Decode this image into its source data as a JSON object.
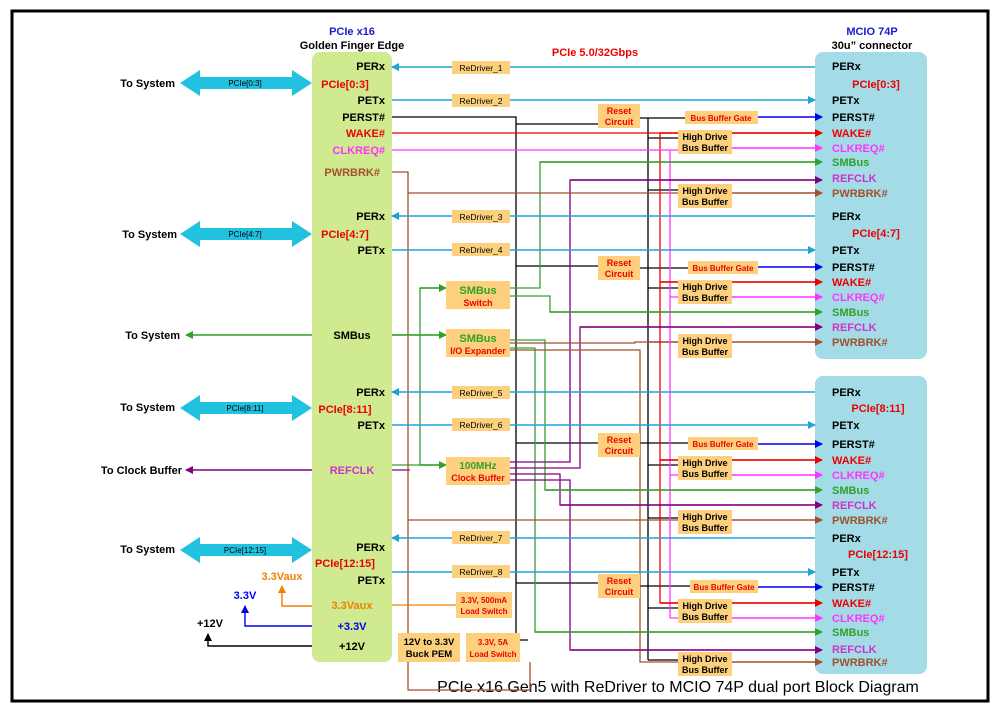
{
  "title": "PCIe x16 Gen5 with ReDriver to MCIO 74P dual port Block Diagram",
  "pcie_speed": "PCIe 5.0/32Gbps",
  "golden_finger": {
    "title": "PCIe x16",
    "subtitle": "Golden Finger Edge"
  },
  "connector": {
    "title": "MCIO 74P",
    "subtitle": "30u” connector"
  },
  "left_labels": {
    "sys1": "To System",
    "sys2": "To System",
    "sys3": "To System",
    "sys4": "To System",
    "sys5": "To System",
    "clock_buffer": "To Clock Buffer",
    "arrow_0_3": "PCIe[0:3]",
    "arrow_4_7": "PCIe[4:7]",
    "arrow_8_11": "PCIe[8:11]",
    "arrow_12_15": "PCIe[12:15]",
    "v33aux": "3.3Vaux",
    "v33": "3.3V",
    "v12": "+12V"
  },
  "gf_pins": {
    "perx_a": "PERx",
    "lanes_a": "PCIe[0:3]",
    "petx_a": "PETx",
    "perst": "PERST#",
    "wake": "WAKE#",
    "clkreq": "CLKREQ#",
    "pwrbrk": "PWRBRK#",
    "perx_b": "PERx",
    "lanes_b": "PCIe[4:7]",
    "petx_b": "PETx",
    "smbus": "SMBus",
    "perx_c": "PERx",
    "lanes_c": "PCIe[8:11]",
    "petx_c": "PETx",
    "refclk": "REFCLK",
    "perx_d": "PERx",
    "lanes_d": "PCIe[12:15]",
    "petx_d": "PETx",
    "aux": "3.3Vaux",
    "p33": "+3.3V",
    "p12": "+12V"
  },
  "redrivers": [
    "ReDriver_1",
    "ReDriver_2",
    "ReDriver_3",
    "ReDriver_4",
    "ReDriver_5",
    "ReDriver_6",
    "ReDriver_7",
    "ReDriver_8"
  ],
  "blocks": {
    "reset": [
      "Reset",
      "Circuit"
    ],
    "bus_buffer_gate": "Bus Buffer Gate",
    "high_drive": [
      "High Drive",
      "Bus Buffer"
    ],
    "smbus_switch": [
      "SMBus",
      "Switch"
    ],
    "smbus_io": [
      "SMBus",
      "I/O Expander"
    ],
    "clock": [
      "100MHz",
      "Clock Buffer"
    ],
    "aux_switch": [
      "3.3V, 500mA",
      "Load Switch"
    ],
    "buck": [
      "12V to 3.3V",
      "Buck PEM"
    ],
    "load5a": [
      "3.3V, 5A",
      "Load Switch"
    ]
  },
  "mcio_port1": {
    "perx": "PERx",
    "lanes_a": "PCIe[0:3]",
    "petx_a": "PETx",
    "perst_a": "PERST#",
    "wake_a": "WAKE#",
    "clkreq_a": "CLKREQ#",
    "smbus_a": "SMBus",
    "refclk_a": "REFCLK",
    "pwrbrk_a": "PWRBRK#",
    "perx_b": "PERx",
    "lanes_b": "PCIe[4:7]",
    "petx_b": "PETx",
    "perst_b": "PERST#",
    "wake_b": "WAKE#",
    "clkreq_b": "CLKREQ#",
    "smbus_b": "SMBus",
    "refclk_b": "REFCLK",
    "pwrbrk_b": "PWRBRK#"
  },
  "mcio_port2": {
    "perx": "PERx",
    "lanes_a": "PCIe[8:11]",
    "petx_a": "PETx",
    "perst_a": "PERST#",
    "wake_a": "WAKE#",
    "clkreq_a": "CLKREQ#",
    "smbus_a": "SMBus",
    "refclk_a": "REFCLK",
    "pwrbrk_a": "PWRBRK#",
    "perx_b": "PERx",
    "lanes_b": "PCIe[12:15]",
    "petx_b": "PETx",
    "perst_b": "PERST#",
    "wake_b": "WAKE#",
    "clkreq_b": "CLKREQ#",
    "smbus_b": "SMBus",
    "refclk_b": "REFCLK",
    "pwrbrk_b": "PWRBRK#"
  },
  "colors": {
    "lane": "#21a3d6",
    "perst": "#0000ee",
    "wake": "#ee0000",
    "clkreq": "#ff33ff",
    "smbus": "#33a02c",
    "refclk": "#800080",
    "pwrbrk": "#a0522d",
    "gate": "#000000",
    "aux": "#f08000",
    "gf_fill": "#cfea8f",
    "mcio_fill": "#a3dce6",
    "block_fill": "#fcd07c"
  }
}
